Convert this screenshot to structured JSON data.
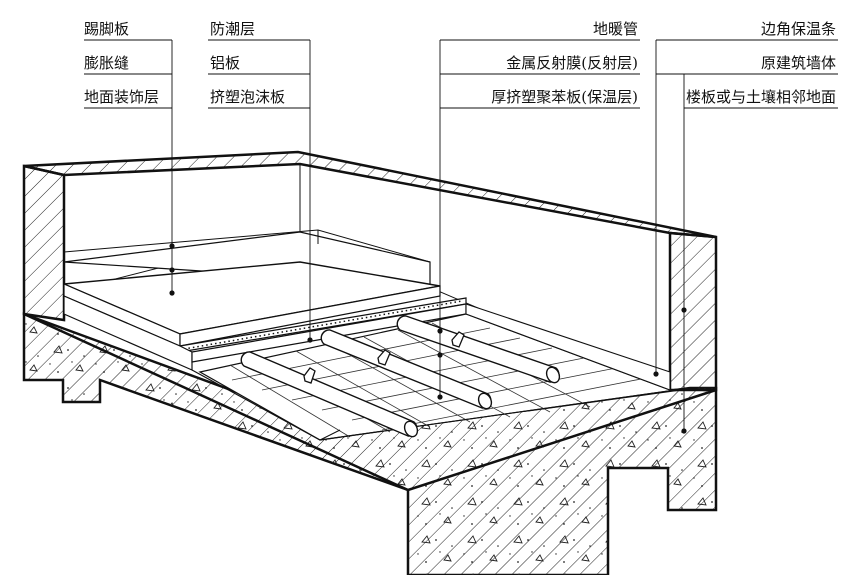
{
  "labels": {
    "skirting_board": "踢脚板",
    "expansion_joint": "膨胀缝",
    "floor_finish_layer": "地面装饰层",
    "moisture_barrier": "防潮层",
    "aluminum_plate": "铝板",
    "extruded_foam_board": "挤塑泡沫板",
    "floor_heating_pipe": "地暖管",
    "metal_reflective_film": "金属反射膜(反射层)",
    "thick_xps_board": "厚挤塑聚苯板(保温层)",
    "edge_insulation_strip": "边角保温条",
    "existing_wall": "原建筑墙体",
    "slab_or_ground": "楼板或与土壤相邻地面"
  },
  "colors": {
    "line": "#111111",
    "hatch": "#222222",
    "background": "#ffffff"
  }
}
